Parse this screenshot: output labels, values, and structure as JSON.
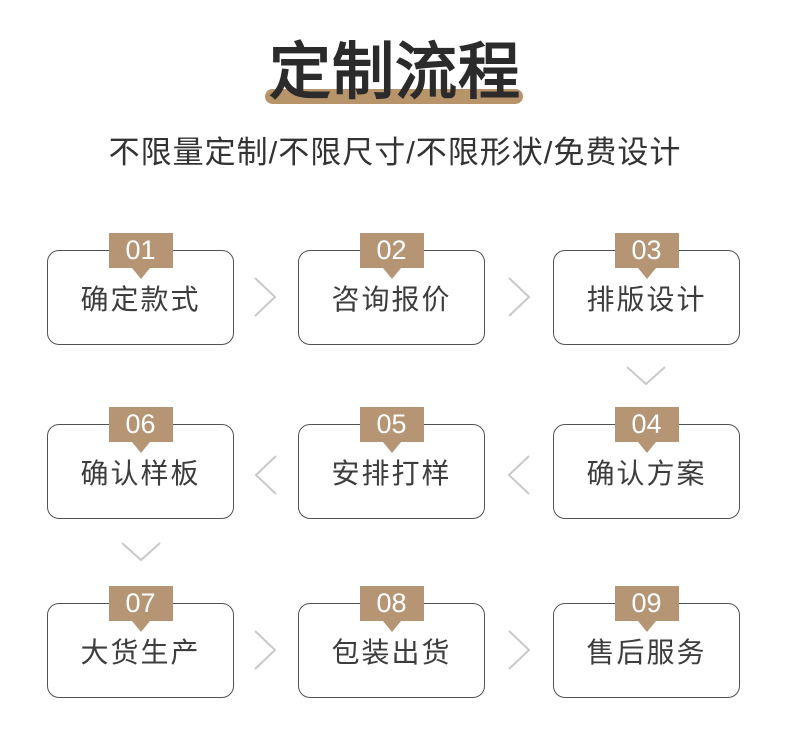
{
  "header": {
    "title": "定制流程",
    "subtitle": "不限量定制/不限尺寸/不限形状/免费设计"
  },
  "colors": {
    "accent_tan": "#b59574",
    "title_underline": "#b8946a",
    "box_border": "#515255",
    "arrow_gray": "#c9c9c9",
    "title_color": "#2b2b2b",
    "subtitle_color": "#333333",
    "label_color": "#3d3d3d",
    "background": "#ffffff"
  },
  "icons": {
    "step_arrow_right": "chevron-right",
    "step_arrow_left": "chevron-left",
    "step_arrow_down": "chevron-down"
  },
  "rows": [
    {
      "cells": [
        {
          "number": "01",
          "label": "确定款式"
        },
        {
          "number": "02",
          "label": "咨询报价"
        },
        {
          "number": "03",
          "label": "排版设计"
        }
      ]
    },
    {
      "cells": [
        {
          "number": "06",
          "label": "确认样板"
        },
        {
          "number": "05",
          "label": "安排打样"
        },
        {
          "number": "04",
          "label": "确认方案"
        }
      ]
    },
    {
      "cells": [
        {
          "number": "07",
          "label": "大货生产"
        },
        {
          "number": "08",
          "label": "包装出货"
        },
        {
          "number": "09",
          "label": "售后服务"
        }
      ]
    }
  ]
}
